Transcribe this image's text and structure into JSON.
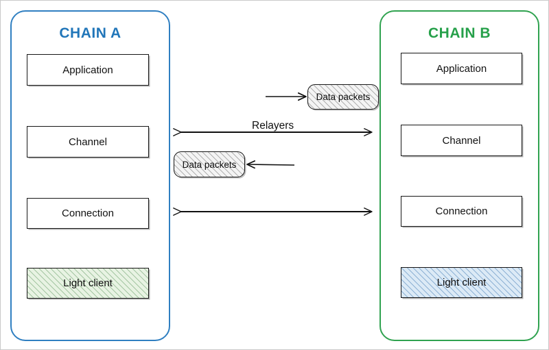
{
  "diagram": {
    "title_a": "CHAIN A",
    "title_b": "CHAIN B",
    "relayers_label": "Relayers",
    "colors": {
      "chain_a": "#2176b9",
      "chain_b": "#26a04a",
      "light_client_a_fill": "#e8f3e3",
      "light_client_b_fill": "#dceaf6",
      "packet_fill": "#f4f4f4",
      "stroke": "#151515"
    }
  },
  "chain_a": {
    "name": "CHAIN A",
    "layers": [
      {
        "label": "Application"
      },
      {
        "label": "Channel"
      },
      {
        "label": "Connection"
      },
      {
        "label": "Light client"
      }
    ]
  },
  "chain_b": {
    "name": "CHAIN B",
    "layers": [
      {
        "label": "Application"
      },
      {
        "label": "Channel"
      },
      {
        "label": "Connection"
      },
      {
        "label": "Light client"
      }
    ]
  },
  "middle": {
    "packet_top": "Data packets",
    "packet_bottom": "Data packets",
    "relayers": "Relayers"
  }
}
